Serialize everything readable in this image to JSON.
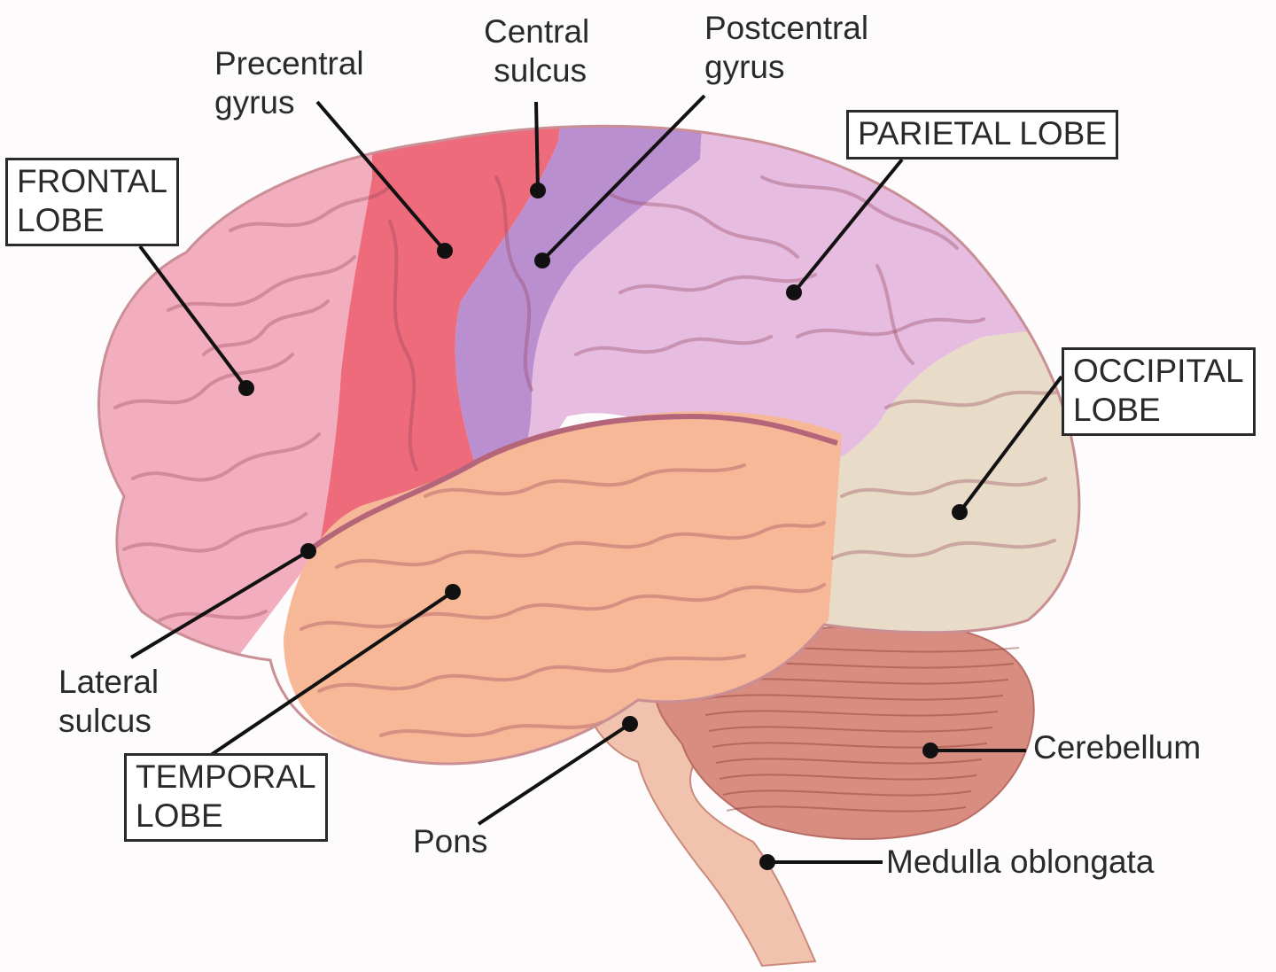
{
  "colors": {
    "background": "#fdfbfb",
    "frontal_lobe": "#f2aebf",
    "precentral_gyrus": "#ee6b7c",
    "postcentral_gyrus": "#b98fd0",
    "parietal_lobe": "#e6bce0",
    "occipital_lobe": "#e8dcc8",
    "temporal_lobe": "#f7b898",
    "cerebellum": "#d98c80",
    "brainstem": "#f1c2ae",
    "leader_line": "#111111",
    "label_text": "#2a2a2a"
  },
  "labels": {
    "precentral_gyrus": [
      "Precentral",
      "gyrus"
    ],
    "central_sulcus": [
      "Central",
      "sulcus"
    ],
    "postcentral_gyrus": [
      "Postcentral",
      "gyrus"
    ],
    "parietal_lobe": [
      "PARIETAL LOBE"
    ],
    "frontal_lobe": [
      "FRONTAL",
      "LOBE"
    ],
    "occipital_lobe": [
      "OCCIPITAL",
      "LOBE"
    ],
    "lateral_sulcus": [
      "Lateral",
      "sulcus"
    ],
    "temporal_lobe": [
      "TEMPORAL",
      "LOBE"
    ],
    "pons": [
      "Pons"
    ],
    "cerebellum": [
      "Cerebellum"
    ],
    "medulla_oblongata": [
      "Medulla oblongata"
    ]
  }
}
